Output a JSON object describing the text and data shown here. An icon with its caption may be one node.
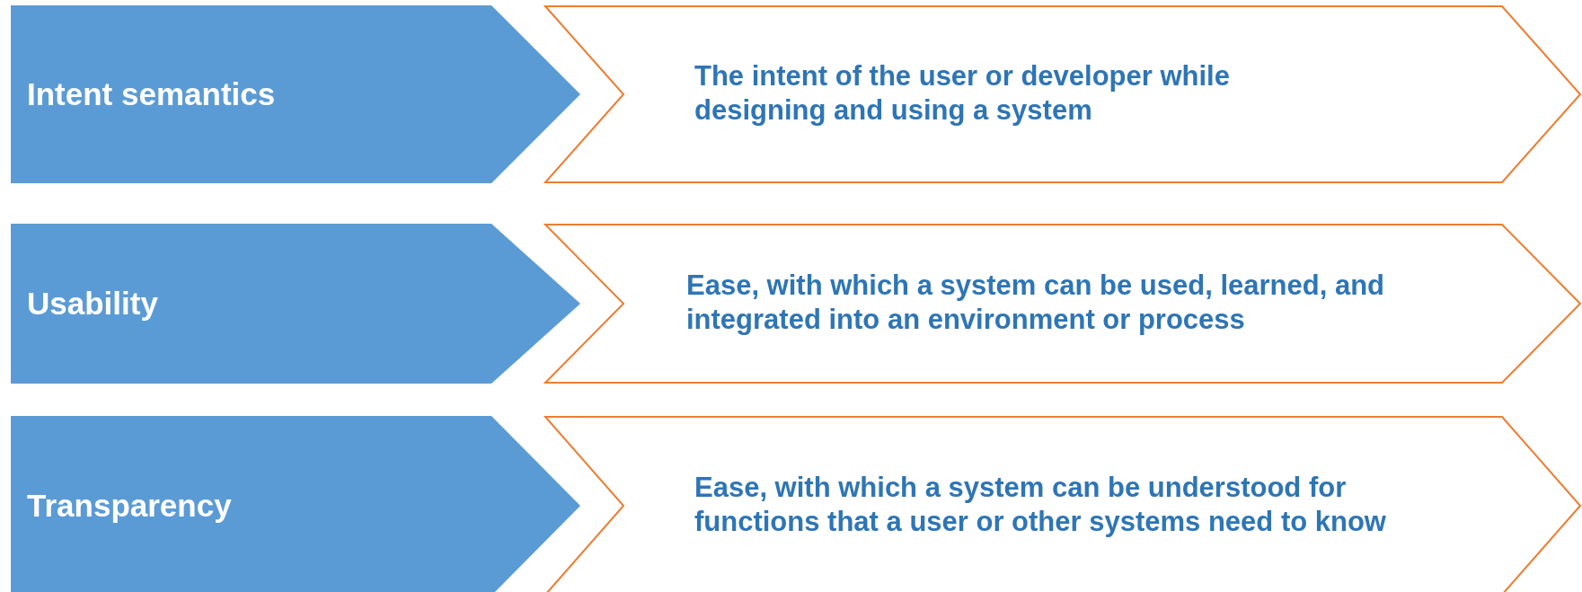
{
  "diagram": {
    "nodes": [
      {
        "text": [
          "Intent semantics"
        ]
      },
      {
        "text": [
          "The intent of the user or developer while designing and using a system"
        ]
      },
      {
        "text": [
          "Usability"
        ]
      },
      {
        "text": [
          "Ease, with which a system can be used, learned, and integrated into an environment or process"
        ]
      },
      {
        "text": [
          "Transparency"
        ]
      },
      {
        "text": [
          "Ease, with which a system can be understood for functions that a user or other systems need to know"
        ]
      }
    ]
  }
}
